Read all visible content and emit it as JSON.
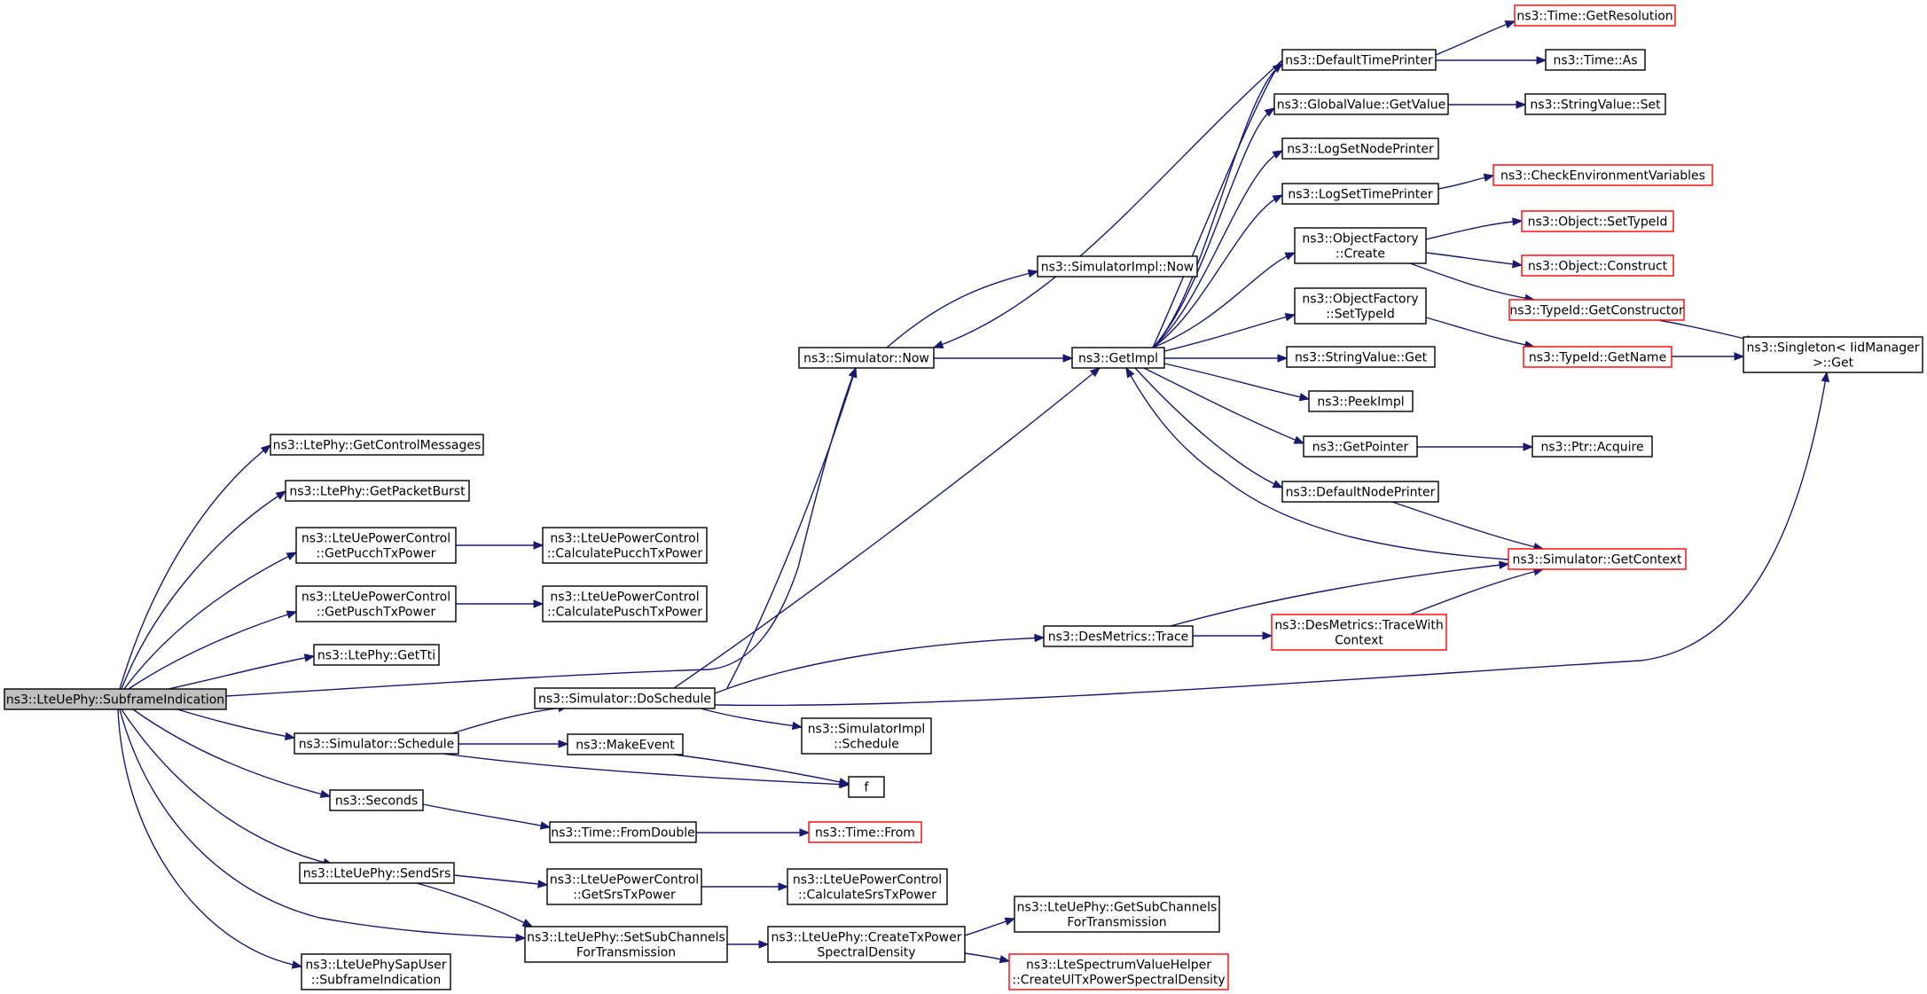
{
  "diagram": {
    "colors": {
      "edge": "#191970",
      "border_normal": "#000000",
      "border_truncated": "#ff0000",
      "root_fill": "#bfbfbf",
      "fill": "#ffffff"
    },
    "nodes": [
      {
        "id": "root",
        "lines": [
          "ns3::LteUePhy::SubframeIndication"
        ],
        "style": "root"
      },
      {
        "id": "getctrl",
        "lines": [
          "ns3::LtePhy::GetControlMessages"
        ],
        "style": "normal"
      },
      {
        "id": "getpkt",
        "lines": [
          "ns3::LtePhy::GetPacketBurst"
        ],
        "style": "normal"
      },
      {
        "id": "pucch",
        "lines": [
          "ns3::LteUePowerControl",
          "::GetPucchTxPower"
        ],
        "style": "normal"
      },
      {
        "id": "calcpucch",
        "lines": [
          "ns3::LteUePowerControl",
          "::CalculatePucchTxPower"
        ],
        "style": "normal"
      },
      {
        "id": "pusch",
        "lines": [
          "ns3::LteUePowerControl",
          "::GetPuschTxPower"
        ],
        "style": "normal"
      },
      {
        "id": "calcpusch",
        "lines": [
          "ns3::LteUePowerControl",
          "::CalculatePuschTxPower"
        ],
        "style": "normal"
      },
      {
        "id": "gettti",
        "lines": [
          "ns3::LtePhy::GetTti"
        ],
        "style": "normal"
      },
      {
        "id": "schedule",
        "lines": [
          "ns3::Simulator::Schedule"
        ],
        "style": "normal"
      },
      {
        "id": "seconds",
        "lines": [
          "ns3::Seconds"
        ],
        "style": "normal"
      },
      {
        "id": "sendsrs",
        "lines": [
          "ns3::LteUePhy::SendSrs"
        ],
        "style": "normal"
      },
      {
        "id": "sapuser",
        "lines": [
          "ns3::LteUePhySapUser",
          "::SubframeIndication"
        ],
        "style": "normal"
      },
      {
        "id": "doschedule",
        "lines": [
          "ns3::Simulator::DoSchedule"
        ],
        "style": "normal"
      },
      {
        "id": "makeevent",
        "lines": [
          "ns3::MakeEvent"
        ],
        "style": "normal"
      },
      {
        "id": "f",
        "lines": [
          "f"
        ],
        "style": "normal"
      },
      {
        "id": "simimplsched",
        "lines": [
          "ns3::SimulatorImpl",
          "::Schedule"
        ],
        "style": "normal"
      },
      {
        "id": "fromdouble",
        "lines": [
          "ns3::Time::FromDouble"
        ],
        "style": "normal"
      },
      {
        "id": "timefrom",
        "lines": [
          "ns3::Time::From"
        ],
        "style": "truncated"
      },
      {
        "id": "getsrs",
        "lines": [
          "ns3::LteUePowerControl",
          "::GetSrsTxPower"
        ],
        "style": "normal"
      },
      {
        "id": "calcsrs",
        "lines": [
          "ns3::LteUePowerControl",
          "::CalculateSrsTxPower"
        ],
        "style": "normal"
      },
      {
        "id": "setsub",
        "lines": [
          "ns3::LteUePhy::SetSubChannels",
          "ForTransmission"
        ],
        "style": "normal"
      },
      {
        "id": "createtx",
        "lines": [
          "ns3::LteUePhy::CreateTxPower",
          "SpectralDensity"
        ],
        "style": "normal"
      },
      {
        "id": "getsub",
        "lines": [
          "ns3::LteUePhy::GetSubChannels",
          "ForTransmission"
        ],
        "style": "normal"
      },
      {
        "id": "createul",
        "lines": [
          "ns3::LteSpectrumValueHelper",
          "::CreateUlTxPowerSpectralDensity"
        ],
        "style": "truncated"
      },
      {
        "id": "simnow",
        "lines": [
          "ns3::Simulator::Now"
        ],
        "style": "normal"
      },
      {
        "id": "simimplnow",
        "lines": [
          "ns3::SimulatorImpl::Now"
        ],
        "style": "normal"
      },
      {
        "id": "getimpl",
        "lines": [
          "ns3::GetImpl"
        ],
        "style": "normal"
      },
      {
        "id": "destrace",
        "lines": [
          "ns3::DesMetrics::Trace"
        ],
        "style": "normal"
      },
      {
        "id": "tracewith",
        "lines": [
          "ns3::DesMetrics::TraceWith",
          "Context"
        ],
        "style": "truncated"
      },
      {
        "id": "deftimeprinter",
        "lines": [
          "ns3::DefaultTimePrinter"
        ],
        "style": "normal"
      },
      {
        "id": "getres",
        "lines": [
          "ns3::Time::GetResolution"
        ],
        "style": "truncated"
      },
      {
        "id": "timeas",
        "lines": [
          "ns3::Time::As"
        ],
        "style": "normal"
      },
      {
        "id": "gvgetvalue",
        "lines": [
          "ns3::GlobalValue::GetValue"
        ],
        "style": "normal"
      },
      {
        "id": "svset",
        "lines": [
          "ns3::StringValue::Set"
        ],
        "style": "normal"
      },
      {
        "id": "logsetnode",
        "lines": [
          "ns3::LogSetNodePrinter"
        ],
        "style": "normal"
      },
      {
        "id": "logsettime",
        "lines": [
          "ns3::LogSetTimePrinter"
        ],
        "style": "normal"
      },
      {
        "id": "checkenv",
        "lines": [
          "ns3::CheckEnvironmentVariables"
        ],
        "style": "truncated"
      },
      {
        "id": "ofcreate",
        "lines": [
          "ns3::ObjectFactory",
          "::Create"
        ],
        "style": "normal"
      },
      {
        "id": "objsettypeid",
        "lines": [
          "ns3::Object::SetTypeId"
        ],
        "style": "truncated"
      },
      {
        "id": "objconstruct",
        "lines": [
          "ns3::Object::Construct"
        ],
        "style": "truncated"
      },
      {
        "id": "getctor",
        "lines": [
          "ns3::TypeId::GetConstructor"
        ],
        "style": "truncated"
      },
      {
        "id": "ofsettypeid",
        "lines": [
          "ns3::ObjectFactory",
          "::SetTypeId"
        ],
        "style": "normal"
      },
      {
        "id": "getname",
        "lines": [
          "ns3::TypeId::GetName"
        ],
        "style": "truncated"
      },
      {
        "id": "singleton",
        "lines": [
          "ns3::Singleton< IidManager",
          " >::Get"
        ],
        "style": "normal"
      },
      {
        "id": "svget",
        "lines": [
          "ns3::StringValue::Get"
        ],
        "style": "normal"
      },
      {
        "id": "peekimpl",
        "lines": [
          "ns3::PeekImpl"
        ],
        "style": "normal"
      },
      {
        "id": "getpointer",
        "lines": [
          "ns3::GetPointer"
        ],
        "style": "normal"
      },
      {
        "id": "ptracquire",
        "lines": [
          "ns3::Ptr::Acquire"
        ],
        "style": "normal"
      },
      {
        "id": "defnodeprinter",
        "lines": [
          "ns3::DefaultNodePrinter"
        ],
        "style": "normal"
      },
      {
        "id": "getcontext",
        "lines": [
          "ns3::Simulator::GetContext"
        ],
        "style": "truncated"
      }
    ],
    "edges": [
      [
        "root",
        "getctrl"
      ],
      [
        "root",
        "getpkt"
      ],
      [
        "root",
        "pucch"
      ],
      [
        "root",
        "pusch"
      ],
      [
        "root",
        "gettti"
      ],
      [
        "root",
        "simnow"
      ],
      [
        "root",
        "schedule"
      ],
      [
        "root",
        "seconds"
      ],
      [
        "root",
        "sendsrs"
      ],
      [
        "root",
        "setsub"
      ],
      [
        "root",
        "sapuser"
      ],
      [
        "pucch",
        "calcpucch"
      ],
      [
        "pusch",
        "calcpusch"
      ],
      [
        "schedule",
        "doschedule"
      ],
      [
        "schedule",
        "makeevent"
      ],
      [
        "schedule",
        "f"
      ],
      [
        "makeevent",
        "f"
      ],
      [
        "doschedule",
        "destrace"
      ],
      [
        "doschedule",
        "getimpl"
      ],
      [
        "doschedule",
        "simnow"
      ],
      [
        "doschedule",
        "simimplsched"
      ],
      [
        "doschedule",
        "singleton"
      ],
      [
        "seconds",
        "fromdouble"
      ],
      [
        "fromdouble",
        "timefrom"
      ],
      [
        "sendsrs",
        "getsrs"
      ],
      [
        "sendsrs",
        "setsub"
      ],
      [
        "getsrs",
        "calcsrs"
      ],
      [
        "setsub",
        "createtx"
      ],
      [
        "createtx",
        "getsub"
      ],
      [
        "createtx",
        "createul"
      ],
      [
        "simnow",
        "simimplnow"
      ],
      [
        "simnow",
        "getimpl"
      ],
      [
        "destrace",
        "getcontext"
      ],
      [
        "destrace",
        "tracewith"
      ],
      [
        "tracewith",
        "getcontext"
      ],
      [
        "getimpl",
        "deftimeprinter"
      ],
      [
        "getimpl",
        "gvgetvalue"
      ],
      [
        "getimpl",
        "logsetnode"
      ],
      [
        "getimpl",
        "logsettime"
      ],
      [
        "getimpl",
        "ofcreate"
      ],
      [
        "getimpl",
        "ofsettypeid"
      ],
      [
        "getimpl",
        "svget"
      ],
      [
        "getimpl",
        "peekimpl"
      ],
      [
        "getimpl",
        "getpointer"
      ],
      [
        "getimpl",
        "defnodeprinter"
      ],
      [
        "getimpl",
        "simnow"
      ],
      [
        "deftimeprinter",
        "getres"
      ],
      [
        "deftimeprinter",
        "timeas"
      ],
      [
        "gvgetvalue",
        "svset"
      ],
      [
        "logsettime",
        "checkenv"
      ],
      [
        "ofcreate",
        "objsettypeid"
      ],
      [
        "ofcreate",
        "objconstruct"
      ],
      [
        "ofcreate",
        "getctor"
      ],
      [
        "getctor",
        "singleton"
      ],
      [
        "ofsettypeid",
        "getname"
      ],
      [
        "getname",
        "singleton"
      ],
      [
        "getpointer",
        "ptracquire"
      ],
      [
        "defnodeprinter",
        "getcontext"
      ],
      [
        "getcontext",
        "getimpl"
      ]
    ]
  }
}
